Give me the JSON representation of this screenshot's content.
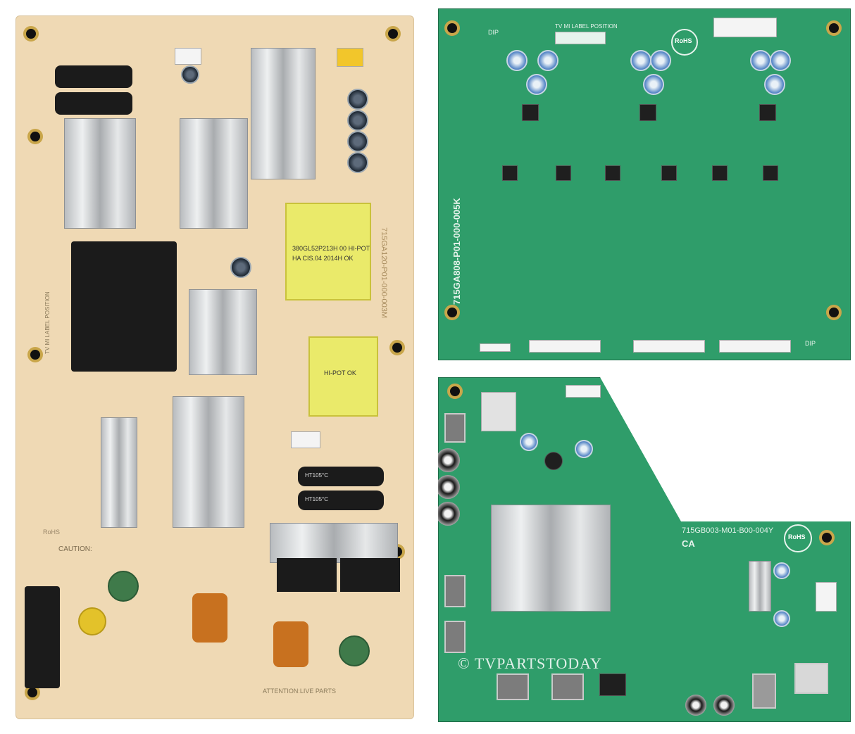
{
  "image": {
    "watermark": "© TVPARTSTODAY"
  },
  "psu": {
    "part_number": "715GA120-P01-000-003M",
    "transformer_label_line1": "380GL52P213H   00  HI-POT",
    "transformer_label_line2": "HA    CIS.04   2014H   OK",
    "small_transformer_label": "HI-POT OK",
    "caution_label": "CAUTION:",
    "rohs_label": "RoHS",
    "attention_label": "ATTENTION:LIVE PARTS",
    "tv_label_position": "TV MI LABEL POSITION",
    "capacitor_marking": "HT105°C"
  },
  "tcon": {
    "part_number": "715GA808-P01-000-005K",
    "label_position": "TV MI LABEL POSITION",
    "rohs_label": "RoHS",
    "dip_label": "DIP"
  },
  "main": {
    "part_number": "715GB003-M01-B00-004Y",
    "rohs_label": "RoHS",
    "ca_label": "CA"
  }
}
